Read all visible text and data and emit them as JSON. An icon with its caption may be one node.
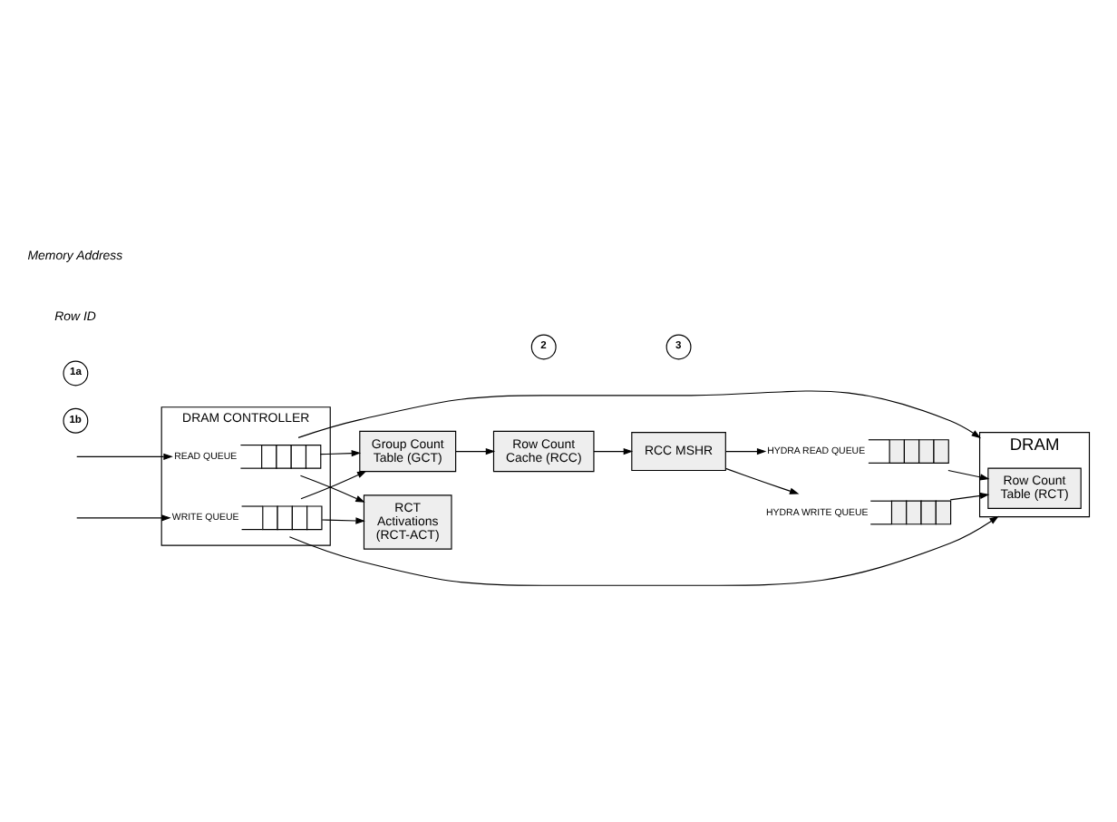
{
  "diagram": {
    "nodes": [
      {
        "text": [
          "DRAM"
        ]
      },
      {
        "text": [
          "Row Count Table (RCT)"
        ],
        "in": 0
      },
      {
        "text": [
          "RCC MSHR"
        ]
      },
      {
        "text": [
          "Row Count Cache (RCC)"
        ]
      },
      {
        "text": [
          "Group Count Table (GCT)"
        ]
      },
      {
        "text": [
          "RCT Activations (RCT-ACT)"
        ]
      },
      {
        "text": [
          "HYDRA READ QUEUE"
        ]
      },
      {
        "text": [
          "HYDRA WRITE QUEUE"
        ]
      },
      {
        "text": [
          "DRAM CONTROLLER"
        ]
      },
      {
        "text": [
          "READ QUEUE"
        ],
        "in": 8
      },
      {
        "text": [
          "WRITE QUEUE"
        ],
        "in": 8
      },
      {
        "text": [
          "3"
        ]
      },
      {
        "text": [
          "2"
        ]
      },
      {
        "text": [
          "1b"
        ]
      },
      {
        "text": [
          "1a"
        ]
      }
    ],
    "edges": [
      {
        "from": 3,
        "to": 2,
        "arrow": "to"
      },
      {
        "from": 4,
        "to": 3,
        "arrow": "to"
      },
      {
        "from": 2,
        "to": 6,
        "arrow": "to"
      },
      {
        "from": 2,
        "to": 7,
        "arrow": "to"
      },
      {
        "from": 6,
        "to": 1,
        "arrow": "to"
      },
      {
        "from": 7,
        "to": 1,
        "arrow": "to"
      },
      {
        "from": null,
        "to": 9,
        "arrow": "to"
      },
      {
        "from": null,
        "to": 10,
        "arrow": "to"
      },
      {
        "from": 9,
        "to": 0,
        "arrow": "to"
      },
      {
        "from": 10,
        "to": 0,
        "arrow": "to"
      },
      {
        "from": 9,
        "to": 4,
        "arrow": "to"
      },
      {
        "from": 10,
        "to": 4,
        "arrow": "to"
      },
      {
        "from": 9,
        "to": 5,
        "arrow": "to"
      },
      {
        "from": 10,
        "to": 5,
        "arrow": "to"
      }
    ],
    "labels": [
      "Row ID",
      "Memory Address"
    ]
  }
}
